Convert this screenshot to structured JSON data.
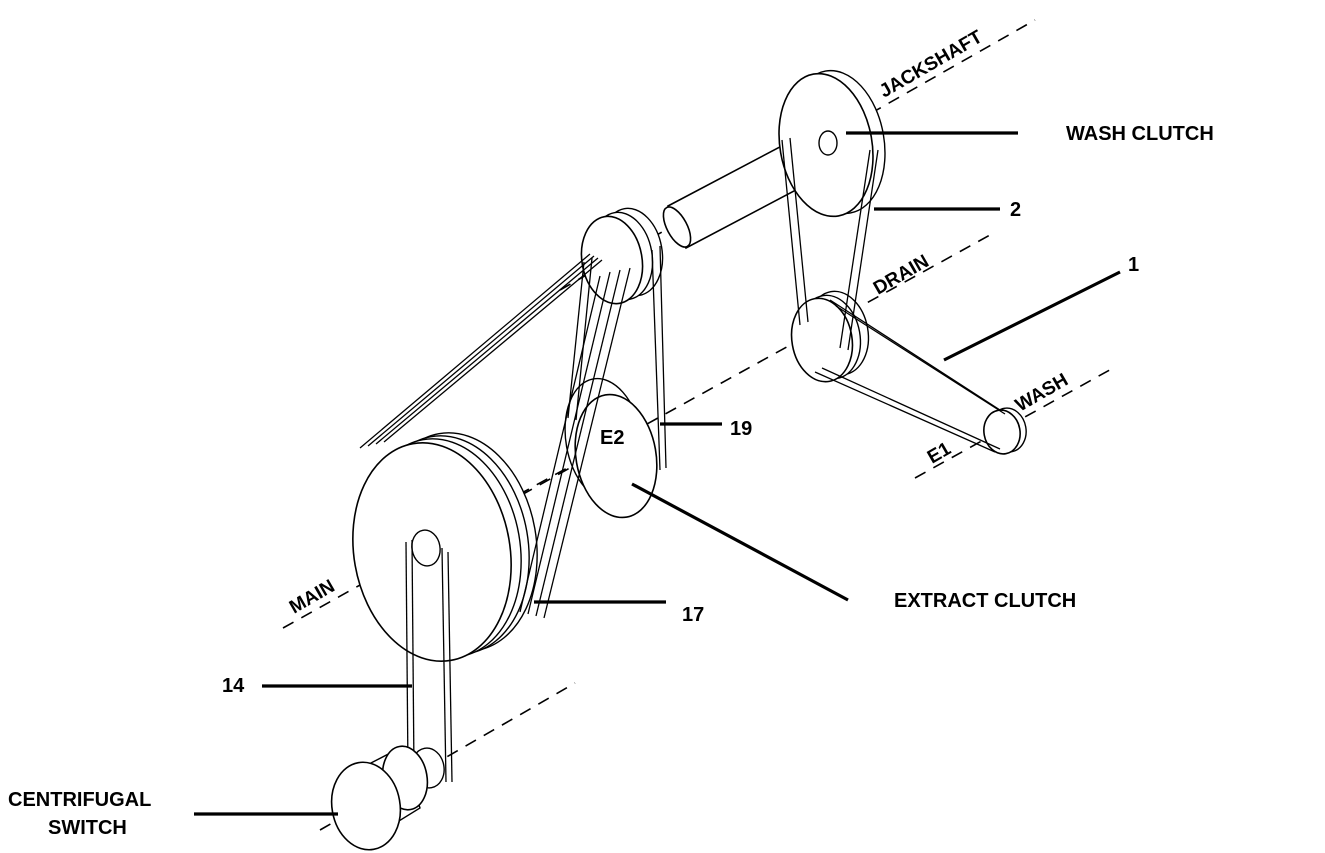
{
  "diagram": {
    "shaft_labels": {
      "jackshaft": "JACKSHAFT",
      "drain": "DRAIN",
      "wash": "WASH",
      "e1": "E1",
      "e2": "E2",
      "main": "MAIN"
    },
    "callouts": {
      "wash_clutch": "WASH CLUTCH",
      "belt_2": "2",
      "belt_1": "1",
      "belt_19": "19",
      "extract_clutch": "EXTRACT CLUTCH",
      "belt_17": "17",
      "belt_14": "14",
      "centrifugal_switch_line1": "CENTRIFUGAL",
      "centrifugal_switch_line2": "SWITCH"
    }
  }
}
